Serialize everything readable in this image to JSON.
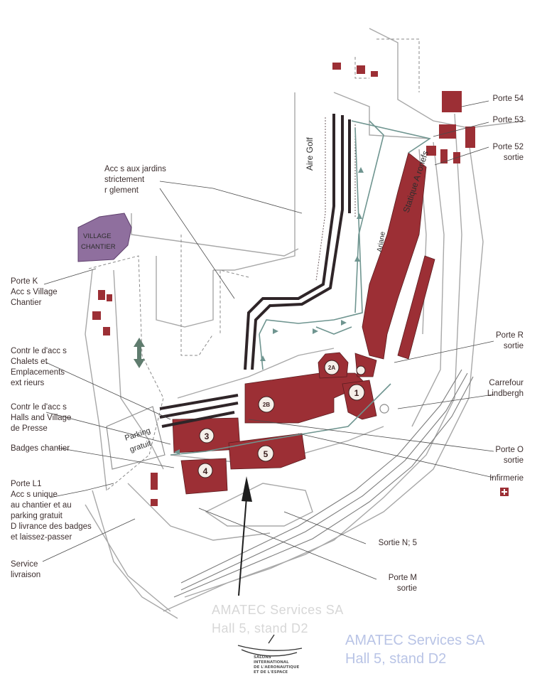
{
  "map_labels": {
    "village_chantier": [
      "VILLAGE",
      "CHANTIER"
    ],
    "aire_golf": "Aire Golf",
    "statique": "Statique A ronefs",
    "ariane": "Ariane",
    "parking": [
      "Parking",
      "gratuit"
    ],
    "halls": [
      "1",
      "2A",
      "2B",
      "3",
      "4",
      "5"
    ]
  },
  "labels_left": {
    "acces_jardins": [
      "Acc s aux jardins",
      "strictement",
      "r glement"
    ],
    "porte_k": [
      "Porte K",
      "Acc s Village",
      "Chantier"
    ],
    "controle_chalets": [
      "Contr le d'acc s",
      "Chalets et",
      "Emplacements",
      "ext rieurs"
    ],
    "controle_halls": [
      "Contr le d'acc s",
      "Halls and Village",
      "de Presse"
    ],
    "badges_chantier": "Badges chantier",
    "porte_l1": [
      "Porte L1",
      "Acc s unique",
      "au chantier et au",
      "parking gratuit",
      "D livrance des badges",
      "et laissez-passer"
    ],
    "service_livraison": [
      "Service",
      "livraison"
    ]
  },
  "labels_right": {
    "porte_54": "Porte 54",
    "porte_53": "Porte 53",
    "porte_52": [
      "Porte 52",
      "sortie"
    ],
    "porte_r": [
      "Porte R",
      "sortie"
    ],
    "carrefour": [
      "Carrefour",
      "Lindbergh"
    ],
    "porte_o": [
      "Porte O",
      "sortie"
    ],
    "infirmerie": "Infirmerie",
    "sortie_n5": "Sortie N; 5",
    "porte_m": [
      "Porte M",
      "sortie"
    ]
  },
  "annotation": [
    "AMATEC Services SA",
    "Hall 5, stand D2"
  ],
  "annotation_dark": [
    "AMATEC Services SA",
    "Hall 5, stand D2"
  ],
  "logo_text": [
    "SALONS",
    "INTERNATIONAL",
    "DE L'AERONAUTIQUE",
    "ET DE L'ESPACE"
  ],
  "colors": {
    "hall": "#9c2f35",
    "village": "#8f6f9e",
    "path": "#6f9590",
    "road": "#9a9a9a"
  }
}
